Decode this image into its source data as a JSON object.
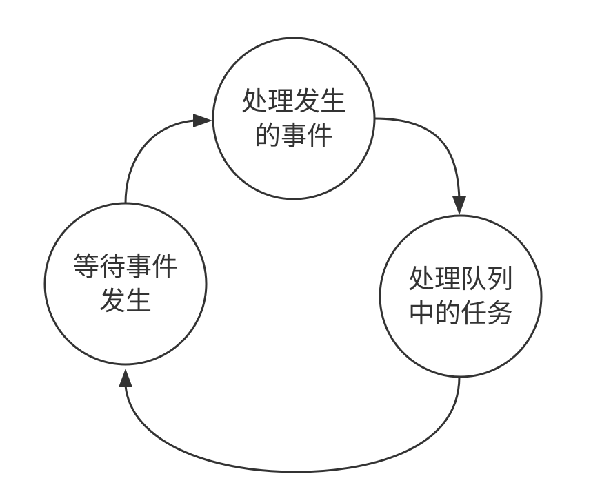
{
  "nodes": {
    "top": {
      "line1": "处理发生",
      "line2": "的事件"
    },
    "right": {
      "line1": "处理队列",
      "line2": "中的任务"
    },
    "left": {
      "line1": "等待事件",
      "line2": "发生"
    }
  },
  "colors": {
    "stroke": "#333333",
    "background": "#ffffff"
  }
}
